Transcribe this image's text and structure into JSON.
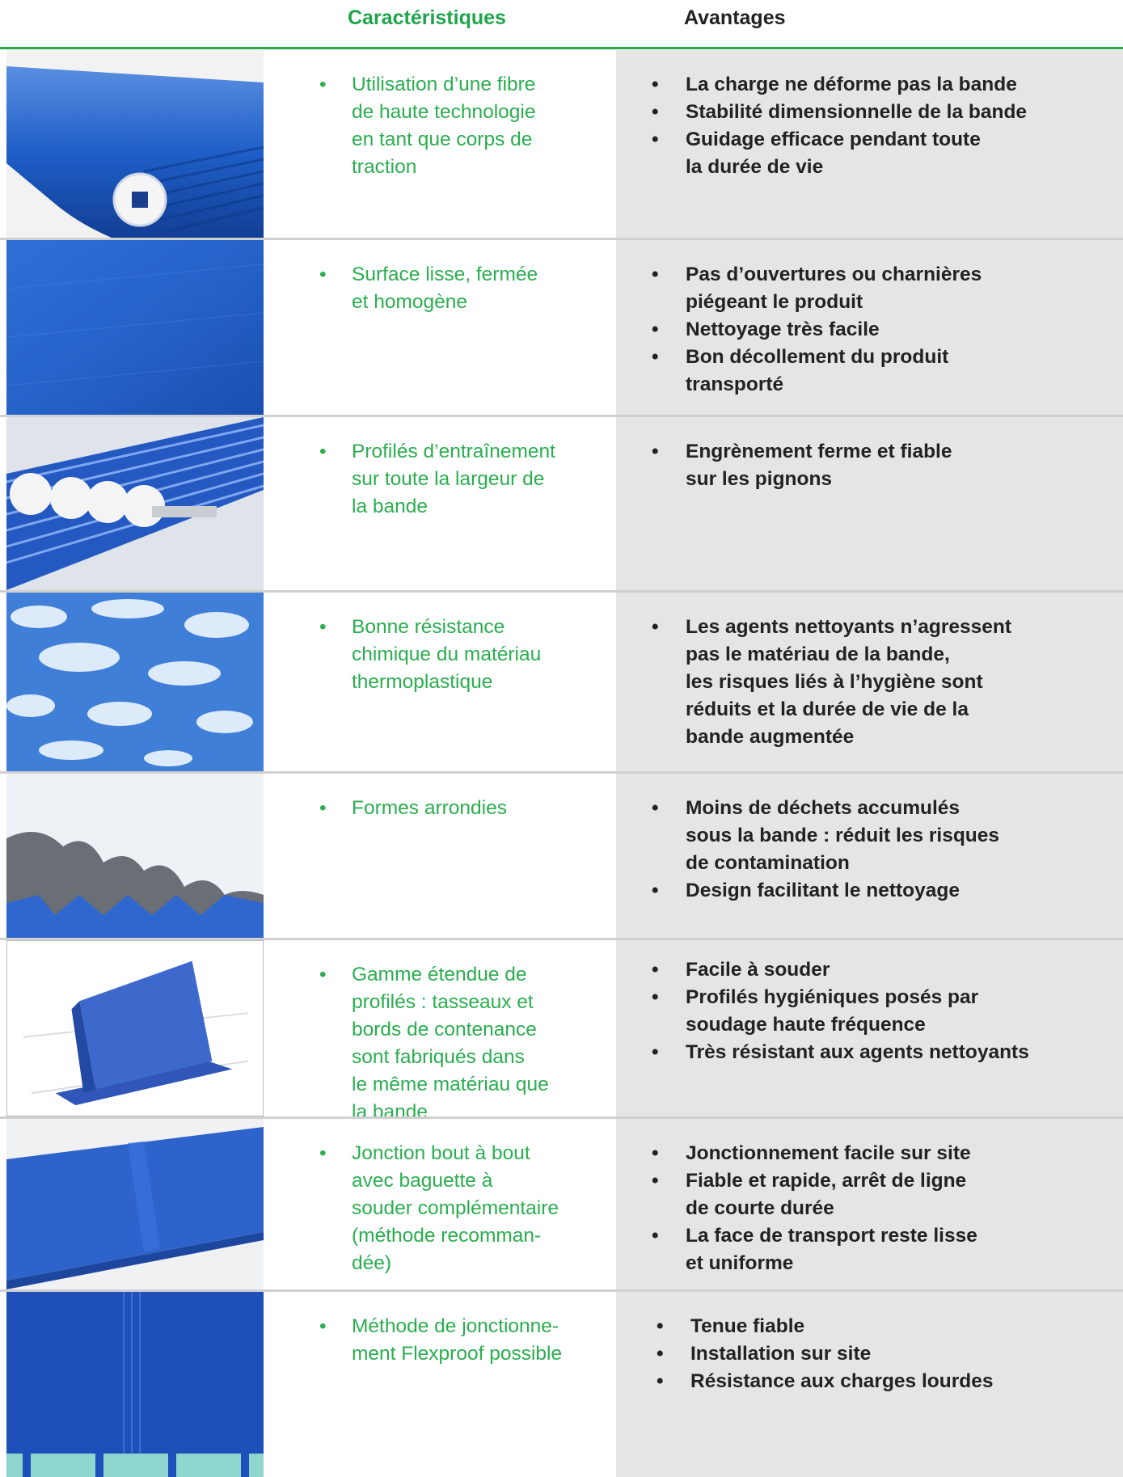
{
  "header": {
    "features_label": "Caractéristiques",
    "advantages_label": "Avantages"
  },
  "colors": {
    "features_text": "#2aae4f",
    "advantages_text": "#222222",
    "advantages_bg": "#e5e5e6",
    "header_rule": "#28a745"
  },
  "rows": [
    {
      "image": "belt-with-sprocket-image",
      "feature": "Utilisation d’une fibre\nde haute technologie\nen tant que corps de\ntraction",
      "advantages": [
        "La charge ne déforme pas la bande",
        "Stabilité dimensionnelle de la bande",
        "Guidage efficace pendant toute\nla durée de vie"
      ]
    },
    {
      "image": "smooth-belt-surface-image",
      "feature": "Surface lisse, fermée\net homogène",
      "advantages": [
        "Pas d’ouvertures ou charnières\npiégeant le produit",
        "Nettoyage très facile",
        "Bon décollement du produit\ntransporté"
      ]
    },
    {
      "image": "belt-with-multiple-sprockets-image",
      "feature": "Profilés d’entraînement\nsur toute la largeur de\nla bande",
      "advantages": [
        "Engrènement ferme et fiable\nsur les pignons"
      ]
    },
    {
      "image": "belt-with-foam-image",
      "feature": "Bonne résistance\nchimique du matériau\nthermoplastique",
      "advantages": [
        "Les agents nettoyants n’agressent\npas le matériau de la bande,\nles risques liés à l’hygiène sont\nréduits et la durée de vie de la\nbande augmentée"
      ]
    },
    {
      "image": "rounded-sprocket-image",
      "feature": "Formes arrondies",
      "advantages": [
        "Moins de déchets accumulés\nsous la bande : réduit les risques\nde contamination",
        "Design facilitant le nettoyage"
      ]
    },
    {
      "image": "cleat-profile-image",
      "feature": "Gamme étendue de\nprofilés : tasseaux et\nbords de contenance\nsont fabriqués dans\nle même matériau que\nla bande",
      "advantages": [
        "Facile à souder",
        "Profilés hygiéniques posés par\nsoudage haute fréquence",
        "Très résistant aux agents nettoyants"
      ]
    },
    {
      "image": "butt-joint-belt-image",
      "feature": "Jonction bout à bout\navec baguette à\nsouder complémentaire\n(méthode recomman-\ndée)",
      "advantages": [
        "Jonctionnement facile sur site",
        "Fiable et rapide, arrêt de ligne\nde courte durée",
        "La face de transport reste lisse\net uniforme"
      ]
    },
    {
      "image": "flexproof-joint-image",
      "feature": "Méthode de jonctionne-\nment Flexproof possible",
      "advantages": [
        "Tenue fiable",
        "Installation sur site",
        "Résistance aux charges lourdes"
      ]
    }
  ]
}
